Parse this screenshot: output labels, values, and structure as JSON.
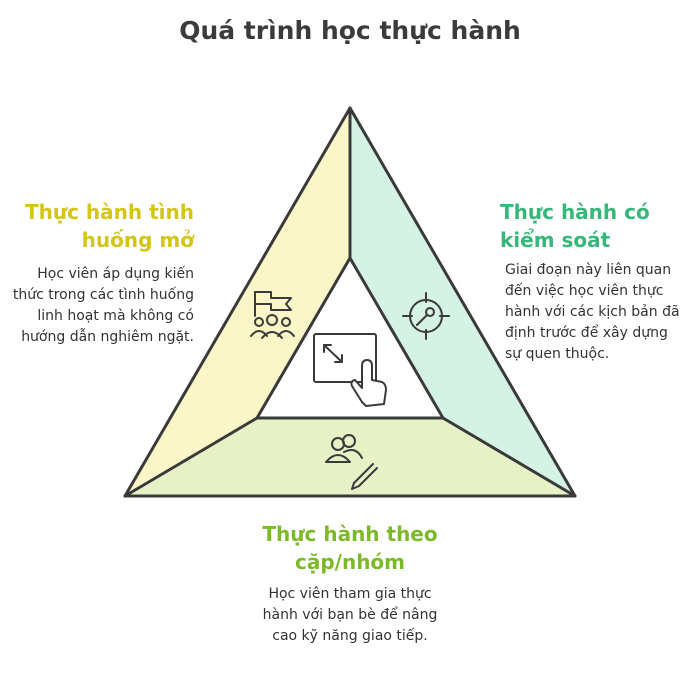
{
  "title": "Quá trình học thực hành",
  "colors": {
    "left": "#d4c519",
    "right": "#37b779",
    "bottom": "#7dba2a",
    "left_fill": "#fbf6c8",
    "right_fill": "#d5f3e4",
    "bottom_fill": "#e6f2c6",
    "stroke": "#3a3a3a"
  },
  "sections": {
    "left": {
      "heading": "Thực hành tình huống mở",
      "description": "Học viên áp dụng kiến thức trong các tình huống linh hoạt mà không có hướng dẫn nghiêm ngặt.",
      "icon": "flag-group-icon"
    },
    "right": {
      "heading": "Thực hành có kiểm soát",
      "description": "Giai đoạn này liên quan đến việc học viên thực hành với các kịch bản đã định trước để xây dựng sự quen thuộc.",
      "icon": "target-crosshair-icon"
    },
    "bottom": {
      "heading": "Thực hành theo cặp/nhóm",
      "description": "Học viên tham gia thực hành với bạn bè để nâng cao kỹ năng giao tiếp.",
      "icon": "people-pencil-icon"
    },
    "center": {
      "icon": "touch-resize-icon"
    }
  }
}
